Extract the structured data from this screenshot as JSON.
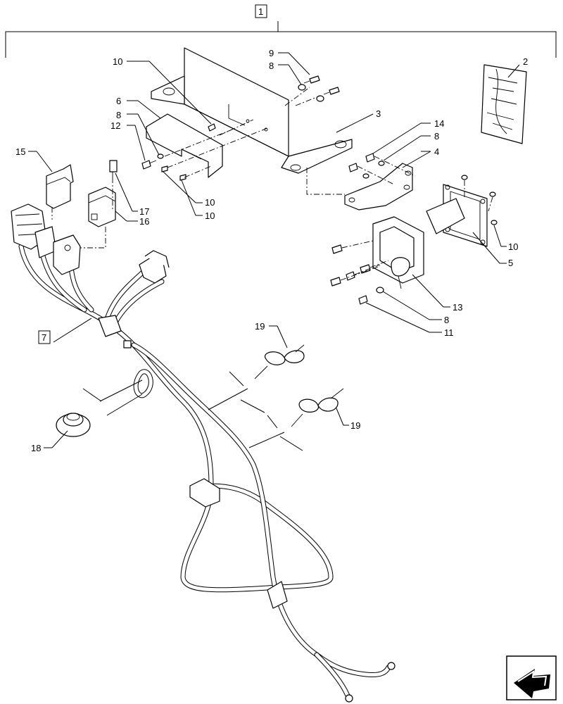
{
  "callouts": {
    "c1": "1",
    "c2": "2",
    "c3": "3",
    "c4": "4",
    "c5": "5",
    "c6": "6",
    "c7": "7",
    "c8a": "8",
    "c8b": "8",
    "c8c": "8",
    "c8d": "8",
    "c9": "9",
    "c10a": "10",
    "c10b": "10",
    "c10c": "10",
    "c10d": "10",
    "c11": "11",
    "c12": "12",
    "c13": "13",
    "c14": "14",
    "c15": "15",
    "c16": "16",
    "c17": "17",
    "c18": "18",
    "c19a": "19",
    "c19b": "19"
  },
  "icons": {
    "nav_arrow": "navigation-arrow-icon"
  }
}
